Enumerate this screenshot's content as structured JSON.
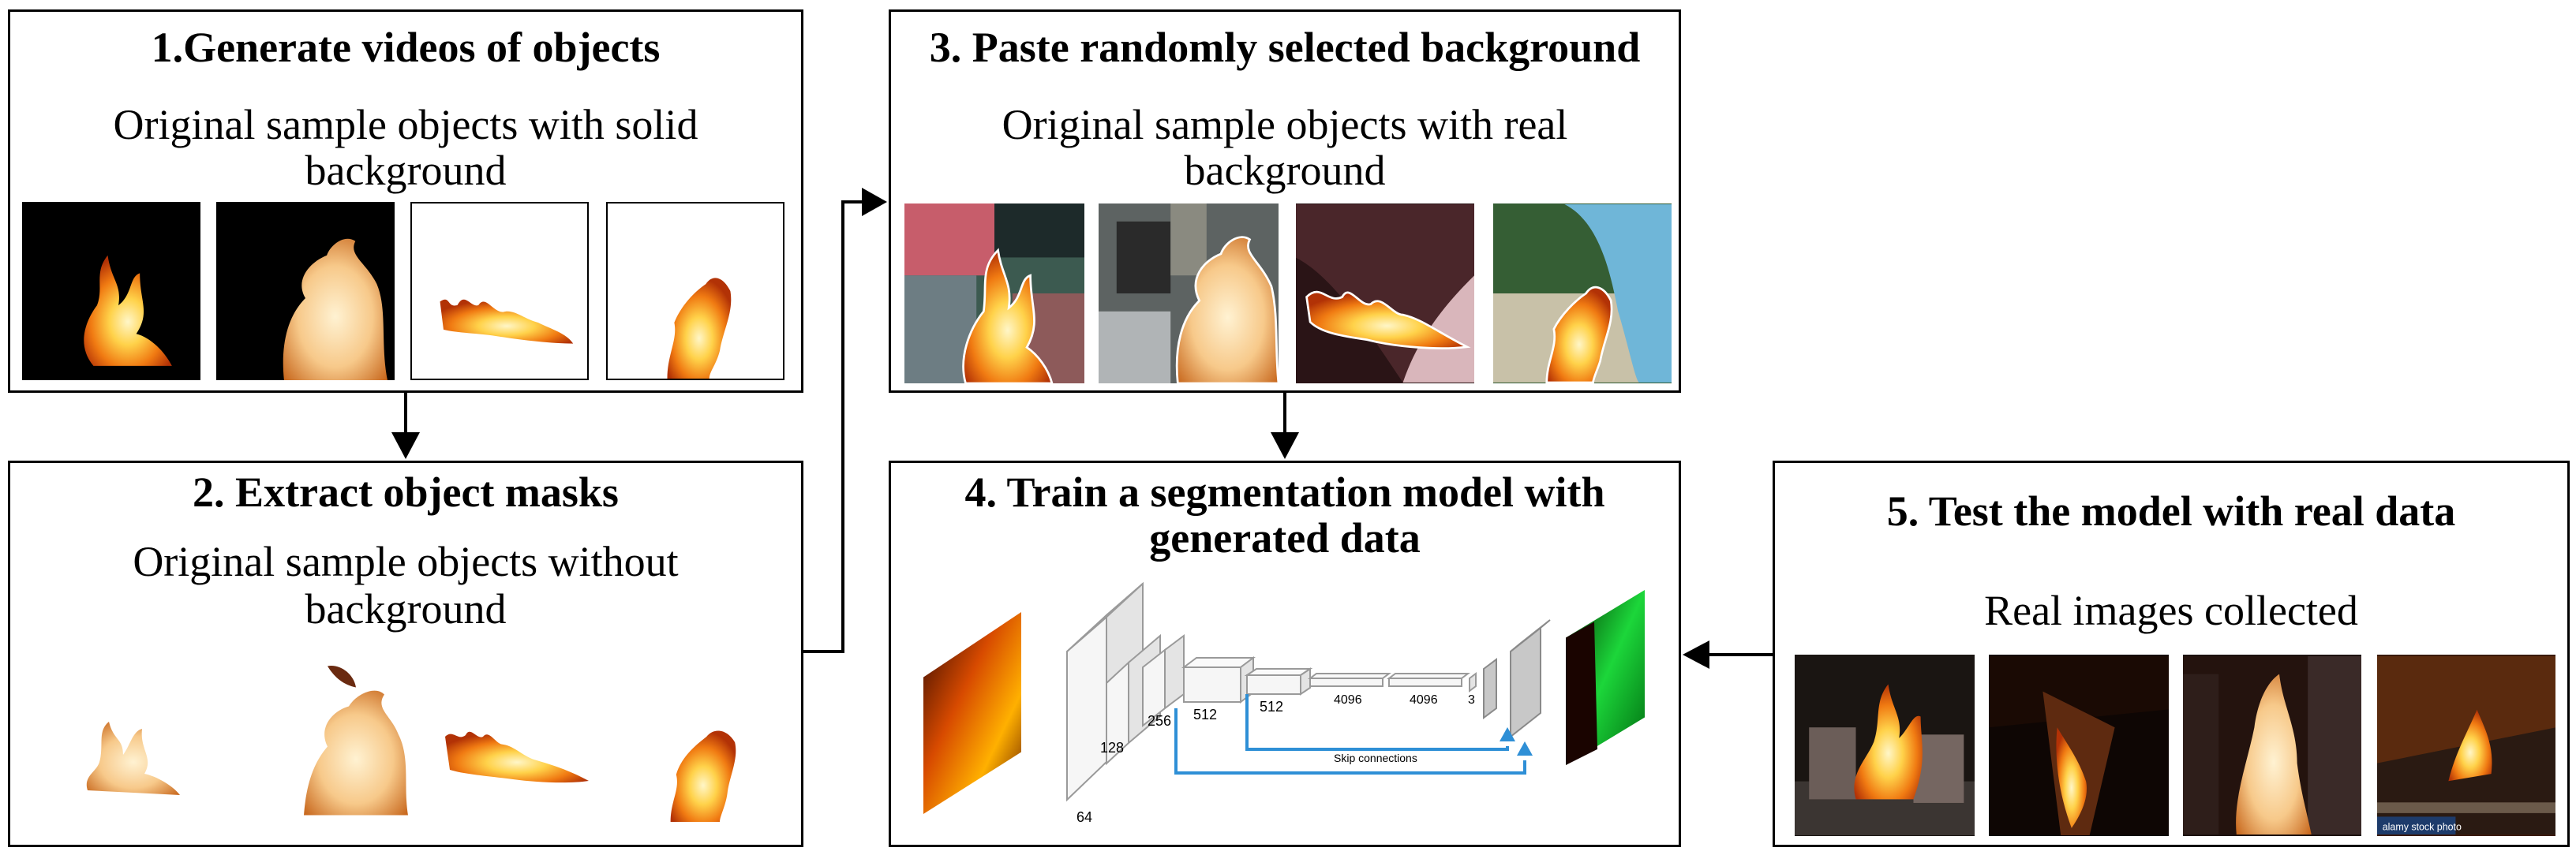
{
  "panels": {
    "p1": {
      "title": "1.Generate videos of objects",
      "subtitle_line1": "Original sample objects with solid",
      "subtitle_line2": "background"
    },
    "p2": {
      "title": "2. Extract object masks",
      "subtitle_line1": "Original sample objects without",
      "subtitle_line2": "background"
    },
    "p3": {
      "title": "3. Paste randomly selected background",
      "subtitle_line1": "Original sample objects with real",
      "subtitle_line2": "background"
    },
    "p4": {
      "title_line1": "4. Train a segmentation model with",
      "title_line2": "generated data"
    },
    "p5": {
      "title": "5. Test the model with real data",
      "subtitle": "Real images collected"
    }
  },
  "network": {
    "layer_labels": [
      "64",
      "128",
      "256",
      "512",
      "512",
      "4096",
      "4096",
      "3"
    ],
    "skip_label": "Skip connections"
  },
  "thumb_caption": "alamy stock photo",
  "colors": {
    "skip_arrow": "#2e8fd6",
    "block_face": "#f2f2f2",
    "block_edge": "#9a9a9a",
    "decoder_block": "#c8c8c8"
  }
}
